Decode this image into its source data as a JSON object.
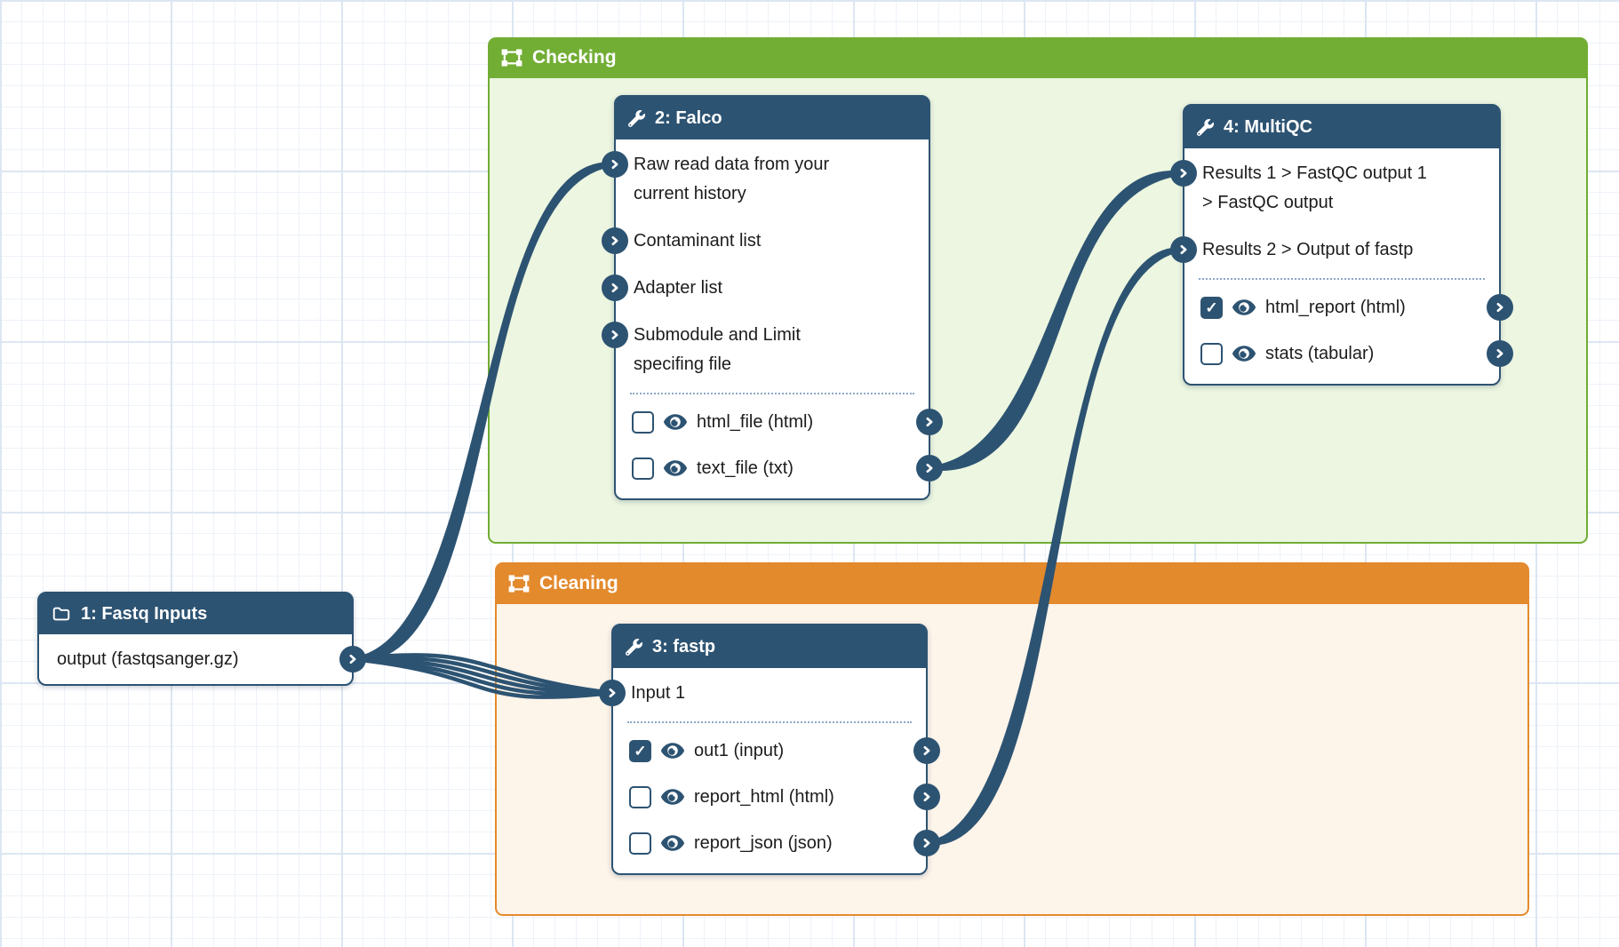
{
  "colors": {
    "node_blue": "#2d5372",
    "checking_green": "#72ad34",
    "checking_bg": "#ecf6e0",
    "cleaning_orange": "#e38a2d",
    "cleaning_bg": "#fdf4ea",
    "wire": "#2d5372"
  },
  "groups": {
    "checking": {
      "label": "Checking",
      "icon": "object-group-icon"
    },
    "cleaning": {
      "label": "Cleaning",
      "icon": "object-group-icon"
    }
  },
  "nodes": {
    "fastq_inputs": {
      "title": "1: Fastq Inputs",
      "icon": "folder-icon",
      "outputs": [
        {
          "label": "output (fastqsanger.gz)"
        }
      ]
    },
    "falco": {
      "title": "2: Falco",
      "icon": "wrench-icon",
      "inputs": [
        {
          "label": "Raw read data from your current history"
        },
        {
          "label": "Contaminant list"
        },
        {
          "label": "Adapter list"
        },
        {
          "label": "Submodule and Limit specifing file"
        }
      ],
      "outputs": [
        {
          "label": "html_file (html)",
          "checked": false
        },
        {
          "label": "text_file (txt)",
          "checked": false
        }
      ]
    },
    "fastp": {
      "title": "3: fastp",
      "icon": "wrench-icon",
      "inputs": [
        {
          "label": "Input 1"
        }
      ],
      "outputs": [
        {
          "label": "out1 (input)",
          "checked": true
        },
        {
          "label": "report_html (html)",
          "checked": false
        },
        {
          "label": "report_json (json)",
          "checked": false
        }
      ]
    },
    "multiqc": {
      "title": "4: MultiQC",
      "icon": "wrench-icon",
      "inputs": [
        {
          "label": "Results 1 > FastQC output 1 > FastQC output"
        },
        {
          "label": "Results 2 > Output of fastp"
        }
      ],
      "outputs": [
        {
          "label": "html_report (html)",
          "checked": true
        },
        {
          "label": "stats (tabular)",
          "checked": false
        }
      ]
    }
  },
  "connections": [
    {
      "from": "fastq_inputs.output",
      "to": "falco.raw_read_data",
      "strands": 5
    },
    {
      "from": "fastq_inputs.output",
      "to": "fastp.input_1",
      "strands": 5
    },
    {
      "from": "falco.text_file",
      "to": "multiqc.results_1",
      "strands": 5
    },
    {
      "from": "fastp.report_json",
      "to": "multiqc.results_2",
      "strands": 5
    }
  ]
}
